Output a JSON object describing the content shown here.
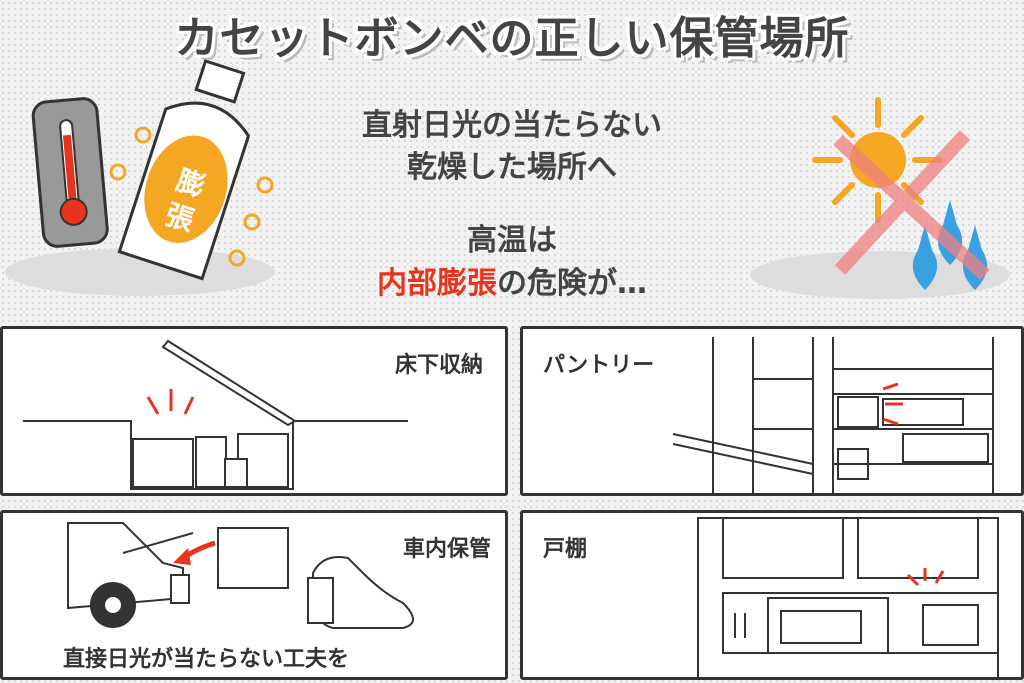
{
  "title": "カセットボンベの正しい保管場所",
  "message": {
    "line1": "直射日光の当たらない",
    "line2": "乾燥した場所へ",
    "line3": "高温は",
    "line4_highlight": "内部膨張",
    "line4_rest": "の危険が…"
  },
  "can_label": "膨張",
  "panels": [
    {
      "label": "床下収納"
    },
    {
      "label": "パントリー"
    },
    {
      "label": "車内保管",
      "caption": "直接日光が当たらない工夫を"
    },
    {
      "label": "戸棚"
    }
  ],
  "colors": {
    "accent": "#e8341c",
    "orange": "#f5a623",
    "water": "#3aa0e0"
  }
}
